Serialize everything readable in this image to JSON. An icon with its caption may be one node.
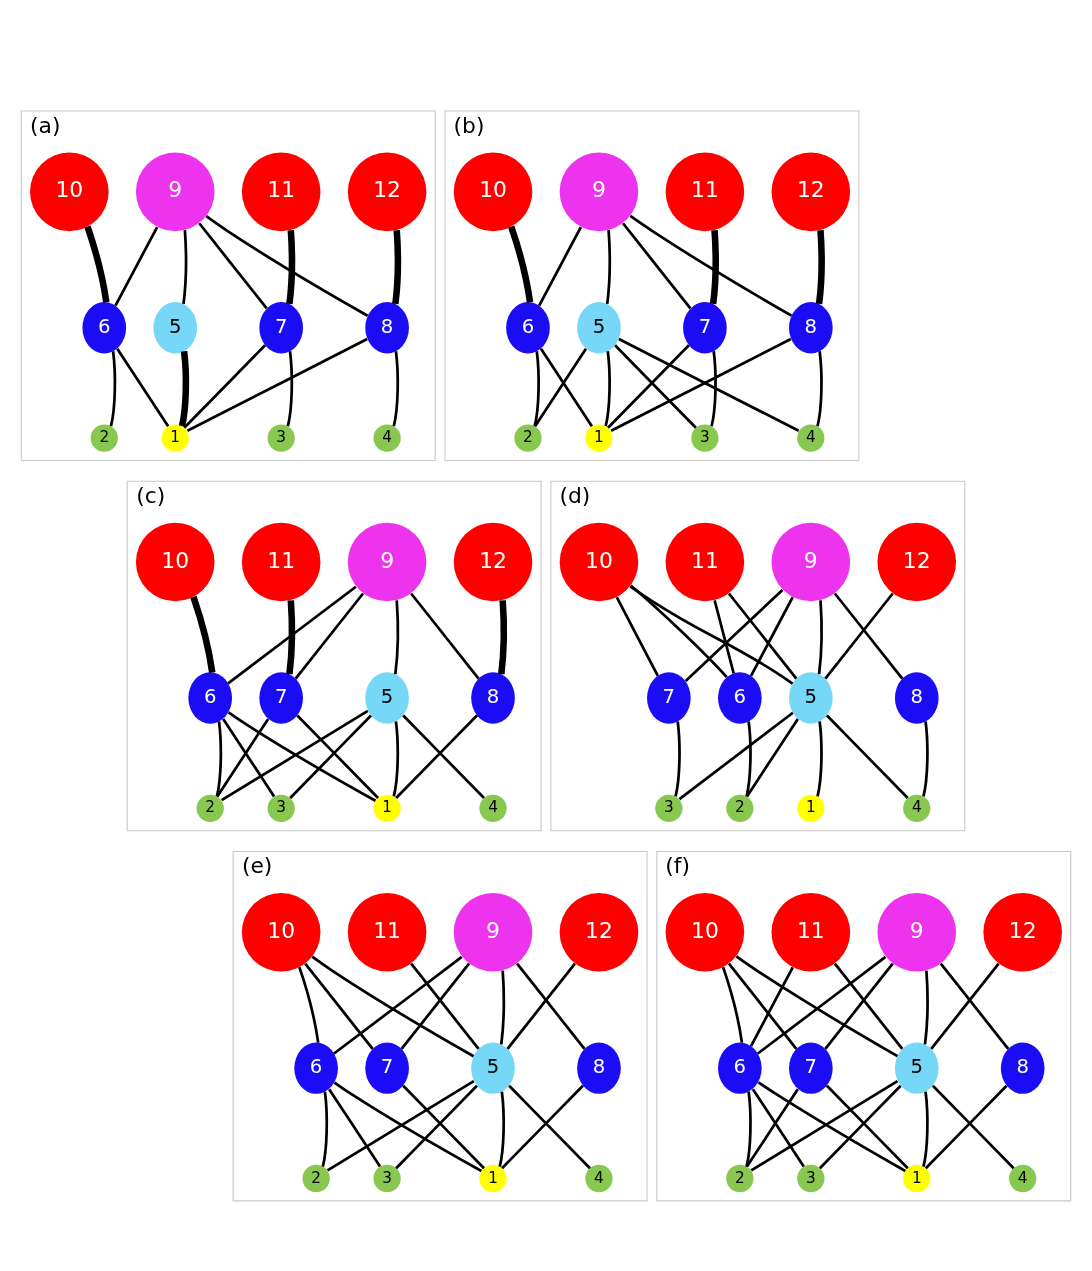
{
  "diagram": {
    "nodes": [
      {
        "text": [
          "(a)"
        ]
      },
      {
        "text": [
          "9"
        ],
        "in": 0
      },
      {
        "text": [
          "10"
        ],
        "in": 0
      },
      {
        "text": [
          "11"
        ],
        "in": 0
      },
      {
        "text": [
          "12"
        ],
        "in": 0
      },
      {
        "text": [
          "5"
        ],
        "in": 0
      },
      {
        "text": [
          "6"
        ],
        "in": 0
      },
      {
        "text": [
          "7"
        ],
        "in": 0
      },
      {
        "text": [
          "8"
        ],
        "in": 0
      },
      {
        "text": [
          "1"
        ],
        "in": 0
      },
      {
        "text": [
          "2"
        ],
        "in": 0
      },
      {
        "text": [
          "3"
        ],
        "in": 0
      },
      {
        "text": [
          "4"
        ],
        "in": 0
      },
      {
        "text": [
          "(b)"
        ]
      },
      {
        "text": [
          "9"
        ],
        "in": 13
      },
      {
        "text": [
          "10"
        ],
        "in": 13
      },
      {
        "text": [
          "11"
        ],
        "in": 13
      },
      {
        "text": [
          "12"
        ],
        "in": 13
      },
      {
        "text": [
          "5"
        ],
        "in": 13
      },
      {
        "text": [
          "6"
        ],
        "in": 13
      },
      {
        "text": [
          "7"
        ],
        "in": 13
      },
      {
        "text": [
          "8"
        ],
        "in": 13
      },
      {
        "text": [
          "1"
        ],
        "in": 13
      },
      {
        "text": [
          "2"
        ],
        "in": 13
      },
      {
        "text": [
          "3"
        ],
        "in": 13
      },
      {
        "text": [
          "4"
        ],
        "in": 13
      },
      {
        "text": [
          "(c)"
        ]
      },
      {
        "text": [
          "9"
        ],
        "in": 26
      },
      {
        "text": [
          "10"
        ],
        "in": 26
      },
      {
        "text": [
          "11"
        ],
        "in": 26
      },
      {
        "text": [
          "12"
        ],
        "in": 26
      },
      {
        "text": [
          "5"
        ],
        "in": 26
      },
      {
        "text": [
          "6"
        ],
        "in": 26
      },
      {
        "text": [
          "7"
        ],
        "in": 26
      },
      {
        "text": [
          "8"
        ],
        "in": 26
      },
      {
        "text": [
          "1"
        ],
        "in": 26
      },
      {
        "text": [
          "2"
        ],
        "in": 26
      },
      {
        "text": [
          "3"
        ],
        "in": 26
      },
      {
        "text": [
          "4"
        ],
        "in": 26
      },
      {
        "text": [
          "(d)"
        ]
      },
      {
        "text": [
          "9"
        ],
        "in": 39
      },
      {
        "text": [
          "10"
        ],
        "in": 39
      },
      {
        "text": [
          "11"
        ],
        "in": 39
      },
      {
        "text": [
          "12"
        ],
        "in": 39
      },
      {
        "text": [
          "5"
        ],
        "in": 39
      },
      {
        "text": [
          "6"
        ],
        "in": 39
      },
      {
        "text": [
          "7"
        ],
        "in": 39
      },
      {
        "text": [
          "8"
        ],
        "in": 39
      },
      {
        "text": [
          "1"
        ],
        "in": 39
      },
      {
        "text": [
          "2"
        ],
        "in": 39
      },
      {
        "text": [
          "3"
        ],
        "in": 39
      },
      {
        "text": [
          "4"
        ],
        "in": 39
      },
      {
        "text": [
          "(e)"
        ]
      },
      {
        "text": [
          "9"
        ],
        "in": 52
      },
      {
        "text": [
          "10"
        ],
        "in": 52
      },
      {
        "text": [
          "11"
        ],
        "in": 52
      },
      {
        "text": [
          "12"
        ],
        "in": 52
      },
      {
        "text": [
          "5"
        ],
        "in": 52
      },
      {
        "text": [
          "6"
        ],
        "in": 52
      },
      {
        "text": [
          "7"
        ],
        "in": 52
      },
      {
        "text": [
          "8"
        ],
        "in": 52
      },
      {
        "text": [
          "1"
        ],
        "in": 52
      },
      {
        "text": [
          "2"
        ],
        "in": 52
      },
      {
        "text": [
          "3"
        ],
        "in": 52
      },
      {
        "text": [
          "4"
        ],
        "in": 52
      },
      {
        "text": [
          "(f)"
        ]
      },
      {
        "text": [
          "9"
        ],
        "in": 65
      },
      {
        "text": [
          "10"
        ],
        "in": 65
      },
      {
        "text": [
          "11"
        ],
        "in": 65
      },
      {
        "text": [
          "12"
        ],
        "in": 65
      },
      {
        "text": [
          "5"
        ],
        "in": 65
      },
      {
        "text": [
          "6"
        ],
        "in": 65
      },
      {
        "text": [
          "7"
        ],
        "in": 65
      },
      {
        "text": [
          "8"
        ],
        "in": 65
      },
      {
        "text": [
          "1"
        ],
        "in": 65
      },
      {
        "text": [
          "2"
        ],
        "in": 65
      },
      {
        "text": [
          "3"
        ],
        "in": 65
      },
      {
        "text": [
          "4"
        ],
        "in": 65
      }
    ],
    "edges": [
      {
        "from": 1,
        "to": 5,
        "arrow": "none"
      },
      {
        "from": 1,
        "to": 6,
        "arrow": "none"
      },
      {
        "from": 1,
        "to": 7,
        "arrow": "none"
      },
      {
        "from": 1,
        "to": 8,
        "arrow": "none"
      },
      {
        "from": 2,
        "to": 6,
        "arrow": "none",
        "style": "thick"
      },
      {
        "from": 3,
        "to": 7,
        "arrow": "none",
        "style": "thick"
      },
      {
        "from": 4,
        "to": 8,
        "arrow": "none",
        "style": "thick"
      },
      {
        "from": 5,
        "to": 9,
        "arrow": "none",
        "style": "thick"
      },
      {
        "from": 6,
        "to": 9,
        "arrow": "none"
      },
      {
        "from": 7,
        "to": 9,
        "arrow": "none"
      },
      {
        "from": 8,
        "to": 9,
        "arrow": "none"
      },
      {
        "from": 6,
        "to": 10,
        "arrow": "none"
      },
      {
        "from": 7,
        "to": 11,
        "arrow": "none"
      },
      {
        "from": 8,
        "to": 12,
        "arrow": "none"
      },
      {
        "from": 14,
        "to": 18,
        "arrow": "none"
      },
      {
        "from": 14,
        "to": 19,
        "arrow": "none"
      },
      {
        "from": 14,
        "to": 20,
        "arrow": "none"
      },
      {
        "from": 14,
        "to": 21,
        "arrow": "none"
      },
      {
        "from": 15,
        "to": 19,
        "arrow": "none",
        "style": "thick"
      },
      {
        "from": 16,
        "to": 20,
        "arrow": "none",
        "style": "thick"
      },
      {
        "from": 17,
        "to": 21,
        "arrow": "none",
        "style": "thick"
      },
      {
        "from": 18,
        "to": 22,
        "arrow": "none"
      },
      {
        "from": 18,
        "to": 23,
        "arrow": "none"
      },
      {
        "from": 18,
        "to": 24,
        "arrow": "none"
      },
      {
        "from": 18,
        "to": 25,
        "arrow": "none"
      },
      {
        "from": 19,
        "to": 22,
        "arrow": "none"
      },
      {
        "from": 20,
        "to": 22,
        "arrow": "none"
      },
      {
        "from": 21,
        "to": 22,
        "arrow": "none"
      },
      {
        "from": 19,
        "to": 23,
        "arrow": "none"
      },
      {
        "from": 20,
        "to": 24,
        "arrow": "none"
      },
      {
        "from": 21,
        "to": 25,
        "arrow": "none"
      },
      {
        "from": 27,
        "to": 31,
        "arrow": "none"
      },
      {
        "from": 27,
        "to": 32,
        "arrow": "none"
      },
      {
        "from": 27,
        "to": 33,
        "arrow": "none"
      },
      {
        "from": 27,
        "to": 34,
        "arrow": "none"
      },
      {
        "from": 28,
        "to": 32,
        "arrow": "none",
        "style": "thick"
      },
      {
        "from": 29,
        "to": 33,
        "arrow": "none",
        "style": "thick"
      },
      {
        "from": 30,
        "to": 34,
        "arrow": "none",
        "style": "thick"
      },
      {
        "from": 31,
        "to": 35,
        "arrow": "none"
      },
      {
        "from": 31,
        "to": 36,
        "arrow": "none"
      },
      {
        "from": 31,
        "to": 37,
        "arrow": "none"
      },
      {
        "from": 31,
        "to": 38,
        "arrow": "none"
      },
      {
        "from": 32,
        "to": 35,
        "arrow": "none"
      },
      {
        "from": 32,
        "to": 36,
        "arrow": "none"
      },
      {
        "from": 32,
        "to": 37,
        "arrow": "none"
      },
      {
        "from": 33,
        "to": 35,
        "arrow": "none"
      },
      {
        "from": 33,
        "to": 36,
        "arrow": "none"
      },
      {
        "from": 34,
        "to": 35,
        "arrow": "none"
      },
      {
        "from": 40,
        "to": 44,
        "arrow": "none"
      },
      {
        "from": 40,
        "to": 45,
        "arrow": "none"
      },
      {
        "from": 40,
        "to": 46,
        "arrow": "none"
      },
      {
        "from": 40,
        "to": 47,
        "arrow": "none"
      },
      {
        "from": 41,
        "to": 44,
        "arrow": "none"
      },
      {
        "from": 41,
        "to": 45,
        "arrow": "none"
      },
      {
        "from": 41,
        "to": 46,
        "arrow": "none"
      },
      {
        "from": 42,
        "to": 44,
        "arrow": "none"
      },
      {
        "from": 42,
        "to": 45,
        "arrow": "none"
      },
      {
        "from": 43,
        "to": 44,
        "arrow": "none"
      },
      {
        "from": 44,
        "to": 48,
        "arrow": "none"
      },
      {
        "from": 44,
        "to": 49,
        "arrow": "none"
      },
      {
        "from": 44,
        "to": 50,
        "arrow": "none"
      },
      {
        "from": 44,
        "to": 51,
        "arrow": "none"
      },
      {
        "from": 45,
        "to": 49,
        "arrow": "none"
      },
      {
        "from": 46,
        "to": 50,
        "arrow": "none"
      },
      {
        "from": 47,
        "to": 51,
        "arrow": "none"
      },
      {
        "from": 53,
        "to": 57,
        "arrow": "none"
      },
      {
        "from": 53,
        "to": 58,
        "arrow": "none"
      },
      {
        "from": 53,
        "to": 59,
        "arrow": "none"
      },
      {
        "from": 53,
        "to": 60,
        "arrow": "none"
      },
      {
        "from": 54,
        "to": 57,
        "arrow": "none"
      },
      {
        "from": 54,
        "to": 58,
        "arrow": "none"
      },
      {
        "from": 54,
        "to": 59,
        "arrow": "none"
      },
      {
        "from": 55,
        "to": 57,
        "arrow": "none"
      },
      {
        "from": 56,
        "to": 57,
        "arrow": "none"
      },
      {
        "from": 57,
        "to": 61,
        "arrow": "none"
      },
      {
        "from": 57,
        "to": 62,
        "arrow": "none"
      },
      {
        "from": 57,
        "to": 63,
        "arrow": "none"
      },
      {
        "from": 57,
        "to": 64,
        "arrow": "none"
      },
      {
        "from": 58,
        "to": 61,
        "arrow": "none"
      },
      {
        "from": 58,
        "to": 62,
        "arrow": "none"
      },
      {
        "from": 58,
        "to": 63,
        "arrow": "none"
      },
      {
        "from": 59,
        "to": 61,
        "arrow": "none"
      },
      {
        "from": 60,
        "to": 61,
        "arrow": "none"
      },
      {
        "from": 66,
        "to": 70,
        "arrow": "none"
      },
      {
        "from": 66,
        "to": 71,
        "arrow": "none"
      },
      {
        "from": 66,
        "to": 72,
        "arrow": "none"
      },
      {
        "from": 66,
        "to": 73,
        "arrow": "none"
      },
      {
        "from": 67,
        "to": 70,
        "arrow": "none"
      },
      {
        "from": 67,
        "to": 71,
        "arrow": "none"
      },
      {
        "from": 67,
        "to": 72,
        "arrow": "none"
      },
      {
        "from": 68,
        "to": 70,
        "arrow": "none"
      },
      {
        "from": 68,
        "to": 71,
        "arrow": "none"
      },
      {
        "from": 69,
        "to": 70,
        "arrow": "none"
      },
      {
        "from": 70,
        "to": 74,
        "arrow": "none"
      },
      {
        "from": 70,
        "to": 75,
        "arrow": "none"
      },
      {
        "from": 70,
        "to": 76,
        "arrow": "none"
      },
      {
        "from": 70,
        "to": 77,
        "arrow": "none"
      },
      {
        "from": 71,
        "to": 74,
        "arrow": "none"
      },
      {
        "from": 71,
        "to": 75,
        "arrow": "none"
      },
      {
        "from": 71,
        "to": 76,
        "arrow": "none"
      },
      {
        "from": 72,
        "to": 74,
        "arrow": "none"
      },
      {
        "from": 72,
        "to": 75,
        "arrow": "none"
      },
      {
        "from": 73,
        "to": 74,
        "arrow": "none"
      }
    ]
  }
}
